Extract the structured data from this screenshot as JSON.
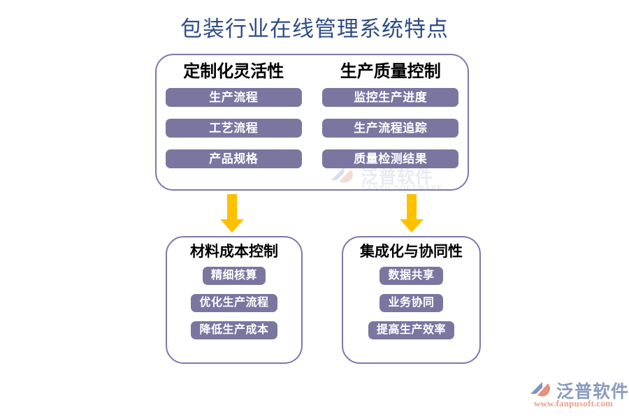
{
  "page": {
    "title": "包装行业在线管理系统特点",
    "background_color": "#ffffff",
    "title_color": "#2f4d85"
  },
  "theme": {
    "box_border_color": "#7e78aa",
    "pill_fill_color": "#7a76a0",
    "pill_text_color": "#ffffff",
    "arrow_color": "#ffc000",
    "heading_color": "#000000"
  },
  "diagram": {
    "type": "flow-diagram",
    "top_group": {
      "columns": [
        {
          "heading": "定制化灵活性",
          "items": [
            "生产流程",
            "工艺流程",
            "产品规格"
          ]
        },
        {
          "heading": "生产质量控制",
          "items": [
            "监控生产进度",
            "生产流程追踪",
            "质量检测结果"
          ]
        }
      ]
    },
    "arrows": [
      {
        "name": "arrow-down-left",
        "direction": "down",
        "color": "#ffc000"
      },
      {
        "name": "arrow-down-right",
        "direction": "down",
        "color": "#ffc000"
      }
    ],
    "bottom_groups": [
      {
        "heading": "材料成本控制",
        "items": [
          "精细核算",
          "优化生产流程",
          "降低生产成本"
        ]
      },
      {
        "heading": "集成化与协同性",
        "items": [
          "数据共享",
          "业务协同",
          "提高生产效率"
        ]
      }
    ]
  },
  "watermark": {
    "name_cn": "泛普软件",
    "name_en": "FANPU SOFTWARE",
    "color": "#b8bcd2"
  },
  "brand": {
    "name_cn": "泛普软件",
    "url": "www.fanpusoft.com",
    "name_color": "#8a9bbf",
    "url_color": "#e9a08a"
  }
}
